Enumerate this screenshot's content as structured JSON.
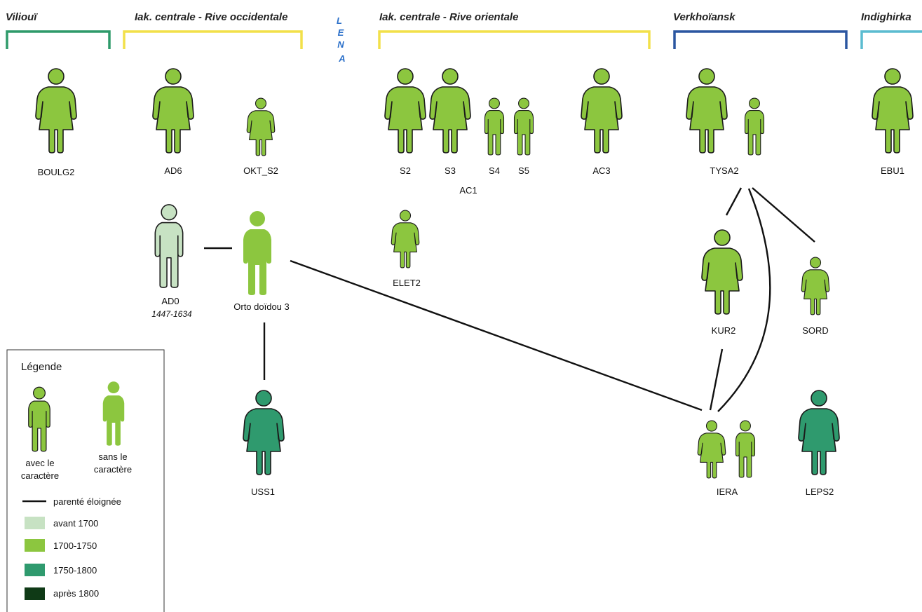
{
  "colors": {
    "before_1700": "#c7e2c3",
    "c1700_1750": "#8cc63f",
    "c1750_1800": "#2f9a6e",
    "after_1800": "#0f3a16",
    "vilioui": "#2e9a6a",
    "central": "#f2e04a",
    "verkhoiansk": "#2b56a0",
    "indighirka": "#5bbcd0",
    "lena": "#2a6fc9",
    "link": "#111111"
  },
  "regions": {
    "vilioui": "Vilioui͏̈",
    "west": "Iak. centrale - Rive occidentale",
    "east": "Iak. centrale - Rive orientale",
    "verkhoiansk": "Verkhoïansk",
    "indighirka": "Indighirka"
  },
  "lena": [
    "L",
    "E",
    "N",
    "A"
  ],
  "nodes": {
    "boulg2": "BOULG2",
    "ad6": "AD6",
    "okt_s2": "OKT_S2",
    "s2": "S2",
    "s3": "S3",
    "s4": "S4",
    "s5": "S5",
    "ac1": "AC1",
    "ac3": "AC3",
    "tysa2": "TYSA2",
    "ebu1": "EBU1",
    "ad0": "AD0",
    "ad0_dates": "1447-1634",
    "orto": "Orto doïdou 3",
    "elet2": "ELET2",
    "kur2": "KUR2",
    "sord": "SORD",
    "uss1": "USS1",
    "iera": "IERA",
    "leps2": "LEPS2"
  },
  "legend": {
    "title": "Légende",
    "with_char_line1": "avec le",
    "with_char_line2": "caractère",
    "without_char_line1": "sans le",
    "without_char_line2": "caractère",
    "link": "parenté éloignée",
    "swatches": [
      "avant 1700",
      "1700-1750",
      "1750-1800",
      "après 1800"
    ]
  }
}
